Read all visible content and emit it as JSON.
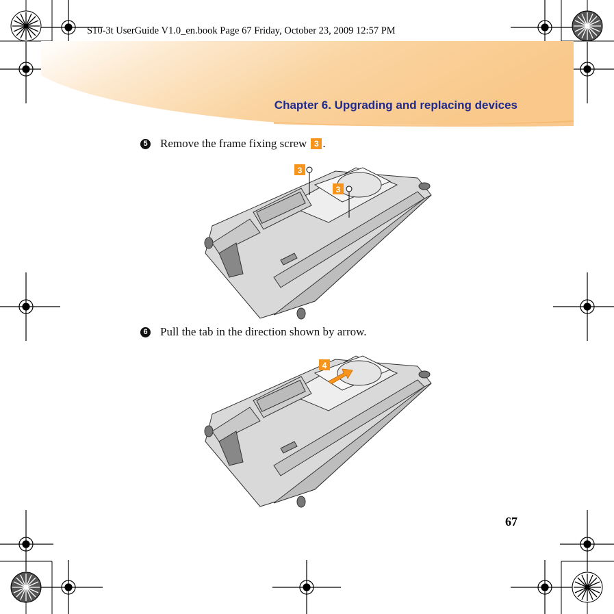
{
  "print_header": {
    "book_line": "S10-3t UserGuide V1.0_en.book  Page 67  Friday, October 23, 2009  12:57 PM"
  },
  "header": {
    "chapter_title": "Chapter 6. Upgrading and replacing devices"
  },
  "steps": [
    {
      "number": "5",
      "text": "Remove the frame fixing screw",
      "callout": "3",
      "suffix": "."
    },
    {
      "number": "6",
      "text": "Pull the tab in the direction shown by arrow.",
      "callout": "",
      "suffix": ""
    }
  ],
  "figure1": {
    "callouts": [
      "3",
      "3"
    ]
  },
  "figure2": {
    "callouts": [
      "4"
    ]
  },
  "footer": {
    "page_number": "67"
  },
  "colors": {
    "band_orange": "#f9c88a",
    "callout": "#f7941d",
    "chapter_title": "#1f2a8c"
  }
}
